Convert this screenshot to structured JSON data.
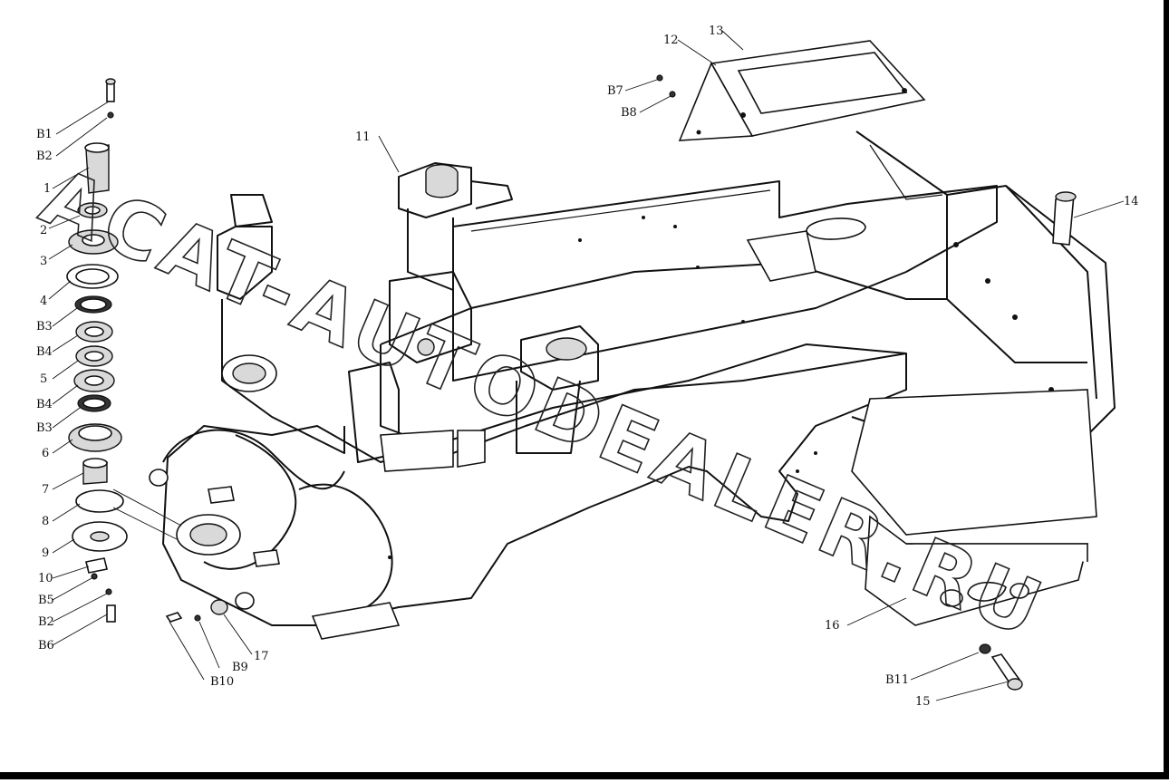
{
  "diagram": {
    "callouts": {
      "B1": "B1",
      "B2_top": "B2",
      "c1": "1",
      "c2": "2",
      "c3": "3",
      "c4": "4",
      "B3_a": "B3",
      "B4_a": "B4",
      "c5": "5",
      "B4_b": "B4",
      "B3_b": "B3",
      "c6": "6",
      "c7": "7",
      "c8": "8",
      "c9": "9",
      "c10": "10",
      "B5": "B5",
      "B2_bottom": "B2",
      "B6": "B6",
      "c11": "11",
      "c12": "12",
      "c13": "13",
      "B7": "B7",
      "B8": "B8",
      "c14": "14",
      "c15": "15",
      "c16": "16",
      "c17": "17",
      "B9": "B9",
      "B10": "B10",
      "B11": "B11"
    },
    "watermark": "ACAT-AUTODEALER.RU"
  }
}
